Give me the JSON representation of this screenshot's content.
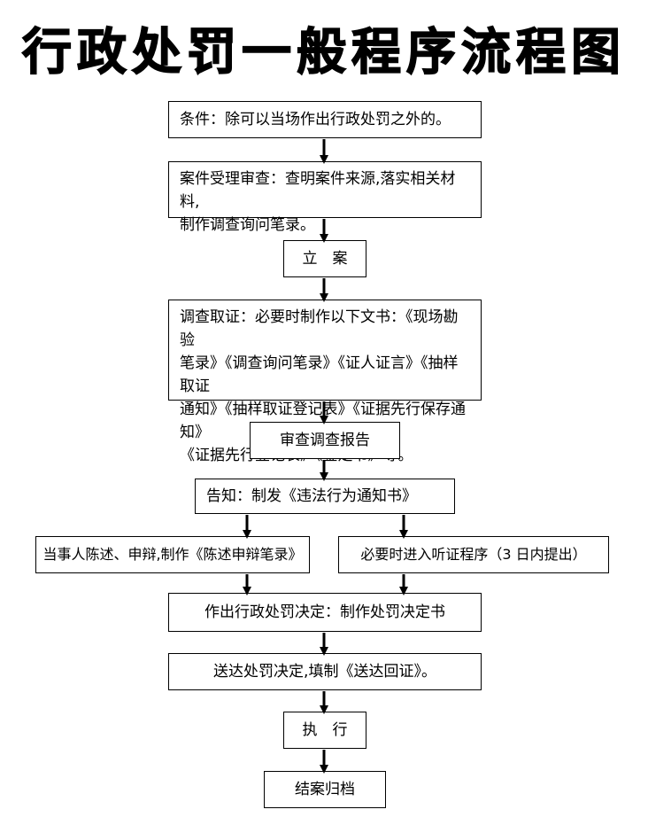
{
  "title": "行政处罚一般程序流程图",
  "steps": {
    "condition": "条件：除可以当场作出行政处罚之外的。",
    "acceptance": "案件受理审查：查明案件来源,落实相关材料,\n制作调查询问笔录。",
    "filing": "立　案",
    "investigation": "调查取证：必要时制作以下文书：《现场勘验\n笔录》《调查询问笔录》《证人证言》《抽样取证\n通知》《抽样取证登记表》《证据先行保存通知》\n《证据先行登记表》《鉴定书》等。",
    "report": "审查调查报告",
    "notice": "告知：制发《违法行为通知书》",
    "statement": "当事人陈述、申辩,制作《陈述申辩笔录》",
    "hearing": "必要时进入听证程序（3 日内提出）",
    "decision": "作出行政处罚决定：制作处罚决定书",
    "delivery": "送达处罚决定,填制《送达回证》。",
    "execution": "执　行",
    "archive": "结案归档"
  }
}
